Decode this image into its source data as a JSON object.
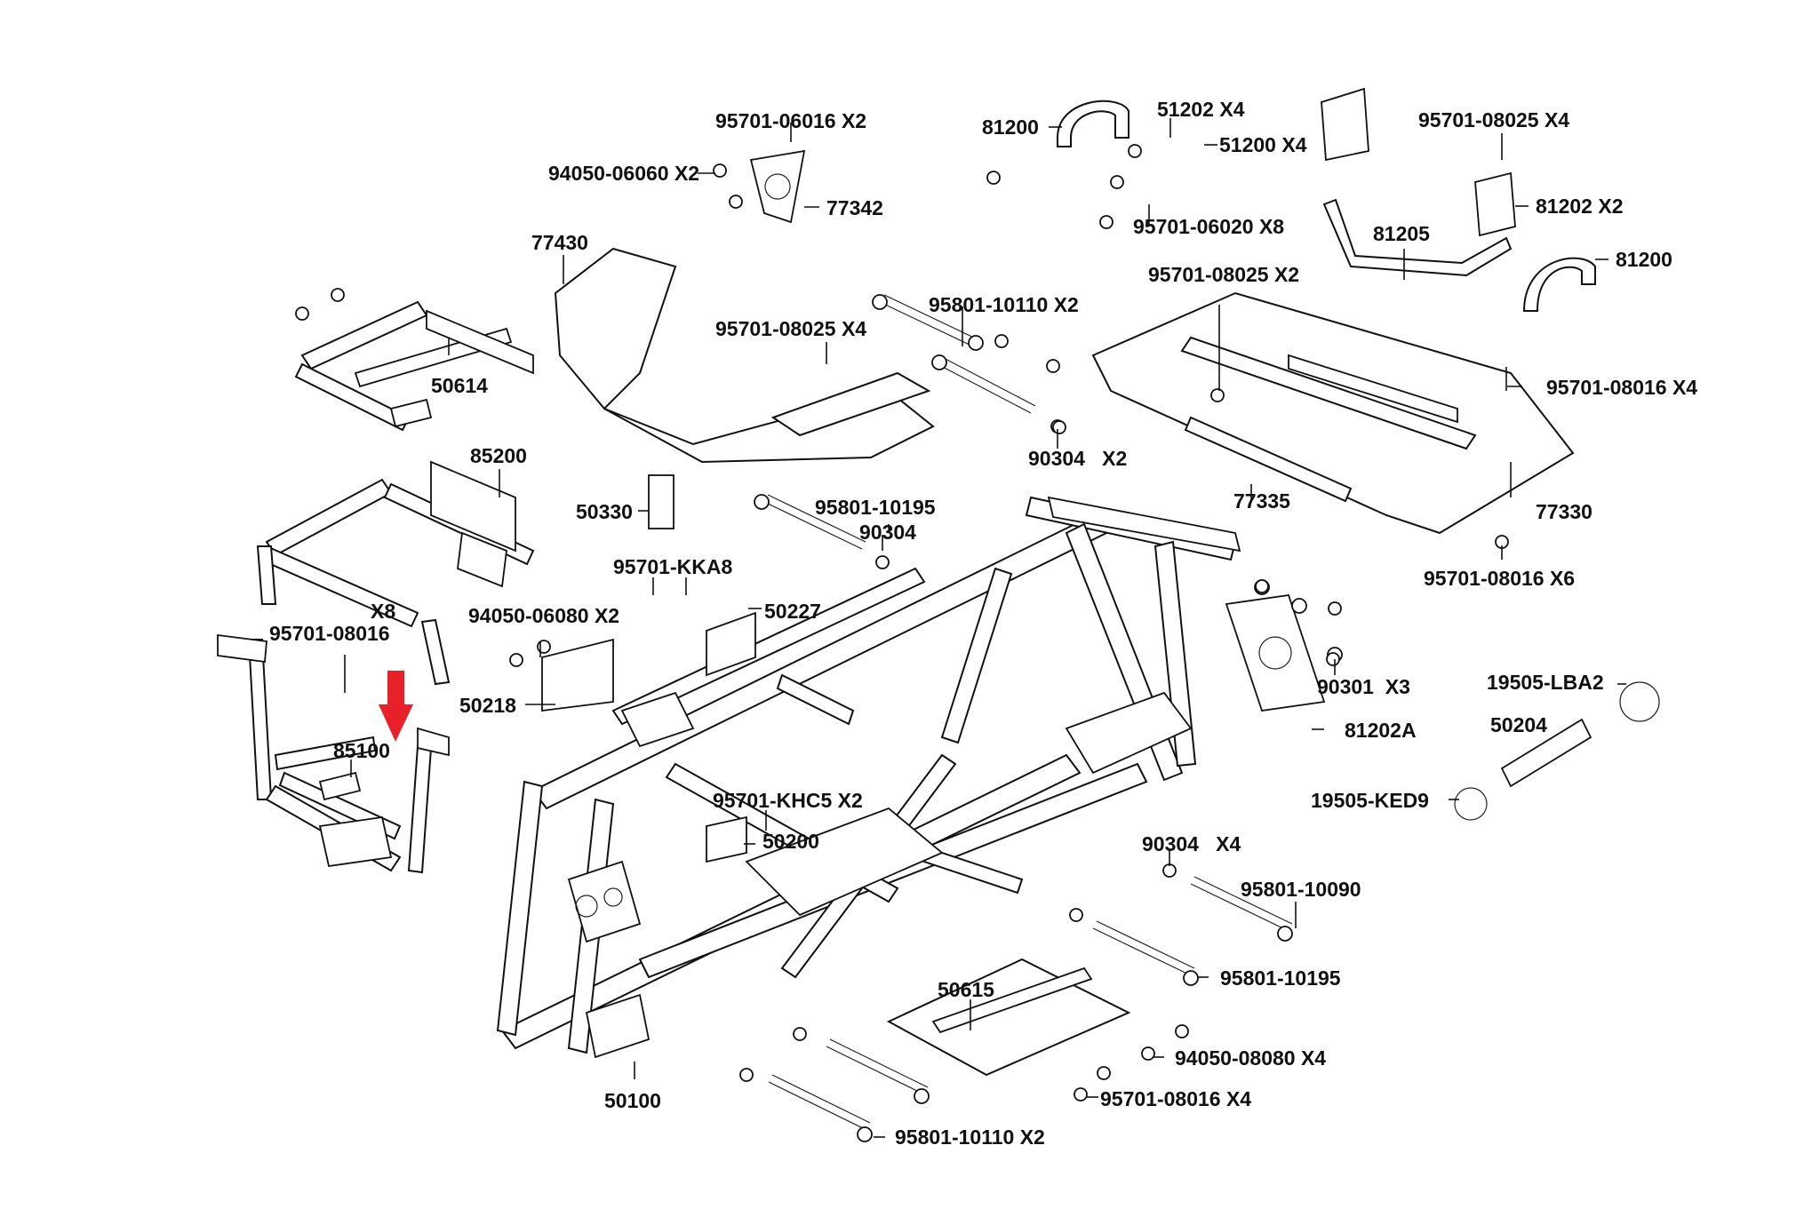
{
  "diagram": {
    "title": "ATV Frame Exploded Parts Diagram",
    "highlight_color": "#e8202a",
    "line_color": "#111111",
    "highlighted_part": "85100",
    "labels": [
      {
        "id": "l_95701_06016",
        "text": "95701-06016 X2"
      },
      {
        "id": "l_94050_06060",
        "text": "94050-06060 X2"
      },
      {
        "id": "l_77342",
        "text": "77342"
      },
      {
        "id": "l_81200_a",
        "text": "81200"
      },
      {
        "id": "l_51202",
        "text": "51202 X4"
      },
      {
        "id": "l_51200",
        "text": "51200 X4"
      },
      {
        "id": "l_95701_06020",
        "text": "95701-06020 X8"
      },
      {
        "id": "l_95701_08025_x4_top",
        "text": "95701-08025 X4"
      },
      {
        "id": "l_81202",
        "text": "81202 X2"
      },
      {
        "id": "l_81205",
        "text": "81205"
      },
      {
        "id": "l_81200_b",
        "text": "81200"
      },
      {
        "id": "l_77430",
        "text": "77430"
      },
      {
        "id": "l_95801_10110_top",
        "text": "95801-10110 X2"
      },
      {
        "id": "l_95701_08025_x4_mid",
        "text": "95701-08025 X4"
      },
      {
        "id": "l_95701_08025_x2",
        "text": "95701-08025 X2"
      },
      {
        "id": "l_95701_08016_x4_right",
        "text": "95701-08016 X4"
      },
      {
        "id": "l_50614",
        "text": "50614"
      },
      {
        "id": "l_90304_x2",
        "text": "90304   X2"
      },
      {
        "id": "l_85200",
        "text": "85200"
      },
      {
        "id": "l_50330",
        "text": "50330"
      },
      {
        "id": "l_95801_10195_top",
        "text": "95801-10195"
      },
      {
        "id": "l_90304_mid",
        "text": "90304"
      },
      {
        "id": "l_77335",
        "text": "77335"
      },
      {
        "id": "l_77330",
        "text": "77330"
      },
      {
        "id": "l_95701_kka8",
        "text": "95701-KKA8"
      },
      {
        "id": "l_95701_08016_x6",
        "text": "95701-08016 X6"
      },
      {
        "id": "l_x8",
        "text": "X8"
      },
      {
        "id": "l_95701_08016_left",
        "text": "95701-08016"
      },
      {
        "id": "l_94050_06080",
        "text": "94050-06080 X2"
      },
      {
        "id": "l_50227",
        "text": "50227"
      },
      {
        "id": "l_90301",
        "text": "90301  X3"
      },
      {
        "id": "l_19505_lba2",
        "text": "19505-LBA2"
      },
      {
        "id": "l_50218",
        "text": "50218"
      },
      {
        "id": "l_81202a",
        "text": "81202A"
      },
      {
        "id": "l_50204",
        "text": "50204"
      },
      {
        "id": "l_85100",
        "text": "85100"
      },
      {
        "id": "l_19505_ked9",
        "text": "19505-KED9"
      },
      {
        "id": "l_95701_khc5",
        "text": "95701-KHC5 X2"
      },
      {
        "id": "l_50200",
        "text": "50200"
      },
      {
        "id": "l_90304_x4",
        "text": "90304   X4"
      },
      {
        "id": "l_95801_10090",
        "text": "95801-10090"
      },
      {
        "id": "l_95801_10195_bot",
        "text": "95801-10195"
      },
      {
        "id": "l_50615",
        "text": "50615"
      },
      {
        "id": "l_94050_08080",
        "text": "94050-08080 X4"
      },
      {
        "id": "l_50100",
        "text": "50100"
      },
      {
        "id": "l_95701_08016_x4_bot",
        "text": "95701-08016 X4"
      },
      {
        "id": "l_95801_10110_bot",
        "text": "95801-10110 X2"
      }
    ]
  }
}
